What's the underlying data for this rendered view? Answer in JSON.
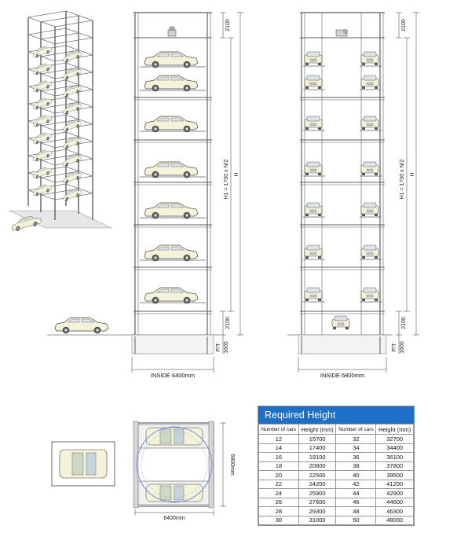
{
  "front_view": {
    "top_dim": "2100",
    "bottom_dim": "2100",
    "h1_formula": "H1 = 1700 x N/2",
    "h_label": "H",
    "pit_label": "P/T",
    "pit_dim": "1600",
    "width_label": "INSIDE 6400mm"
  },
  "side_view": {
    "top_dim": "2100",
    "bottom_dim": "2100",
    "h1_formula": "H1 = 1700 x N/2",
    "h_label": "H",
    "pit_label": "P/T",
    "pit_dim": "1600",
    "width_label": "INSIDE 6800mm"
  },
  "plan_view": {
    "width_label": "6400mm",
    "depth_label": "6800mm"
  },
  "required_height": {
    "title": "Required Height",
    "col1_header": "Number of cars",
    "col2_header": "Height (mm)",
    "col3_header": "Number of cars",
    "col4_header": "Height (mm)",
    "rows": [
      [
        "12",
        "15700",
        "32",
        "32700"
      ],
      [
        "14",
        "17400",
        "34",
        "34400"
      ],
      [
        "16",
        "19100",
        "36",
        "36100"
      ],
      [
        "18",
        "20800",
        "38",
        "37800"
      ],
      [
        "20",
        "22500",
        "40",
        "39500"
      ],
      [
        "22",
        "24200",
        "42",
        "41200"
      ],
      [
        "24",
        "25900",
        "44",
        "42900"
      ],
      [
        "26",
        "27600",
        "46",
        "44600"
      ],
      [
        "28",
        "29300",
        "48",
        "46300"
      ],
      [
        "30",
        "31000",
        "50",
        "48000"
      ]
    ]
  },
  "colors": {
    "frame": "#555555",
    "car_body": "#f4f2d8",
    "header_blue": "#1d6fc7",
    "blue_circle": "#6a7ee0"
  }
}
